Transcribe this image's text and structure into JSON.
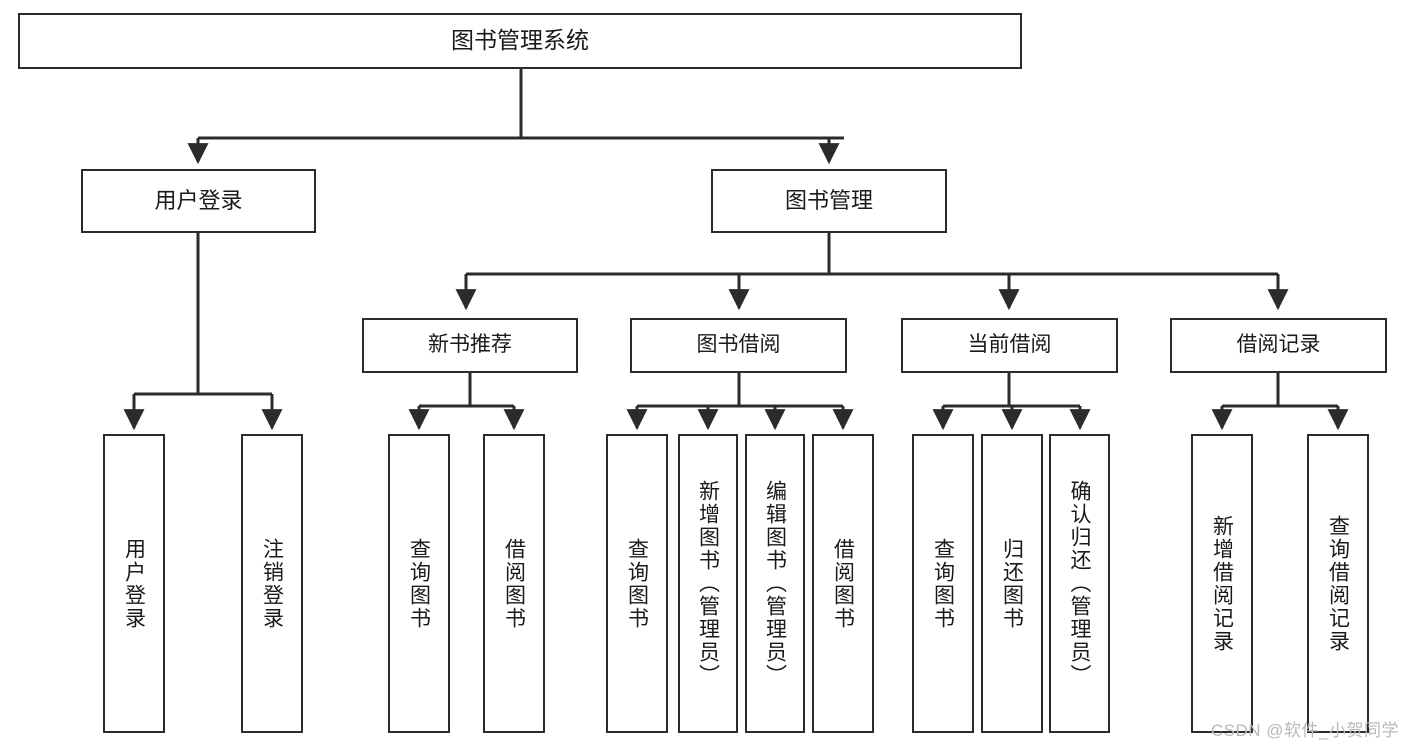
{
  "diagram": {
    "title": "图书管理系统",
    "type": "hierarchy-tree",
    "watermark": "CSDN @软件_小贺同学",
    "colors": {
      "box_border": "#2b2b2b",
      "box_fill": "#ffffff",
      "text": "#1a1a1a",
      "edge": "#2b2b2b",
      "watermark": "#b9b9b9"
    },
    "nodes": {
      "root": {
        "label": "图书管理系统"
      },
      "level2": [
        {
          "label": "用户登录"
        },
        {
          "label": "图书管理"
        }
      ],
      "level3": [
        {
          "label": "新书推荐"
        },
        {
          "label": "图书借阅"
        },
        {
          "label": "当前借阅"
        },
        {
          "label": "借阅记录"
        }
      ],
      "leaves": {
        "user_login": [
          {
            "label": "用户登录"
          },
          {
            "label": "注销登录"
          }
        ],
        "new_book_recommend": [
          {
            "label": "查询图书"
          },
          {
            "label": "借阅图书"
          }
        ],
        "book_borrow": [
          {
            "label": "查询图书"
          },
          {
            "label": "新增图书（管理员）"
          },
          {
            "label": "编辑图书（管理员）"
          },
          {
            "label": "借阅图书"
          }
        ],
        "current_borrow": [
          {
            "label": "查询图书"
          },
          {
            "label": "归还图书"
          },
          {
            "label": "确认归还（管理员）"
          }
        ],
        "borrow_record": [
          {
            "label": "新增借阅记录"
          },
          {
            "label": "查询借阅记录"
          }
        ]
      }
    }
  }
}
